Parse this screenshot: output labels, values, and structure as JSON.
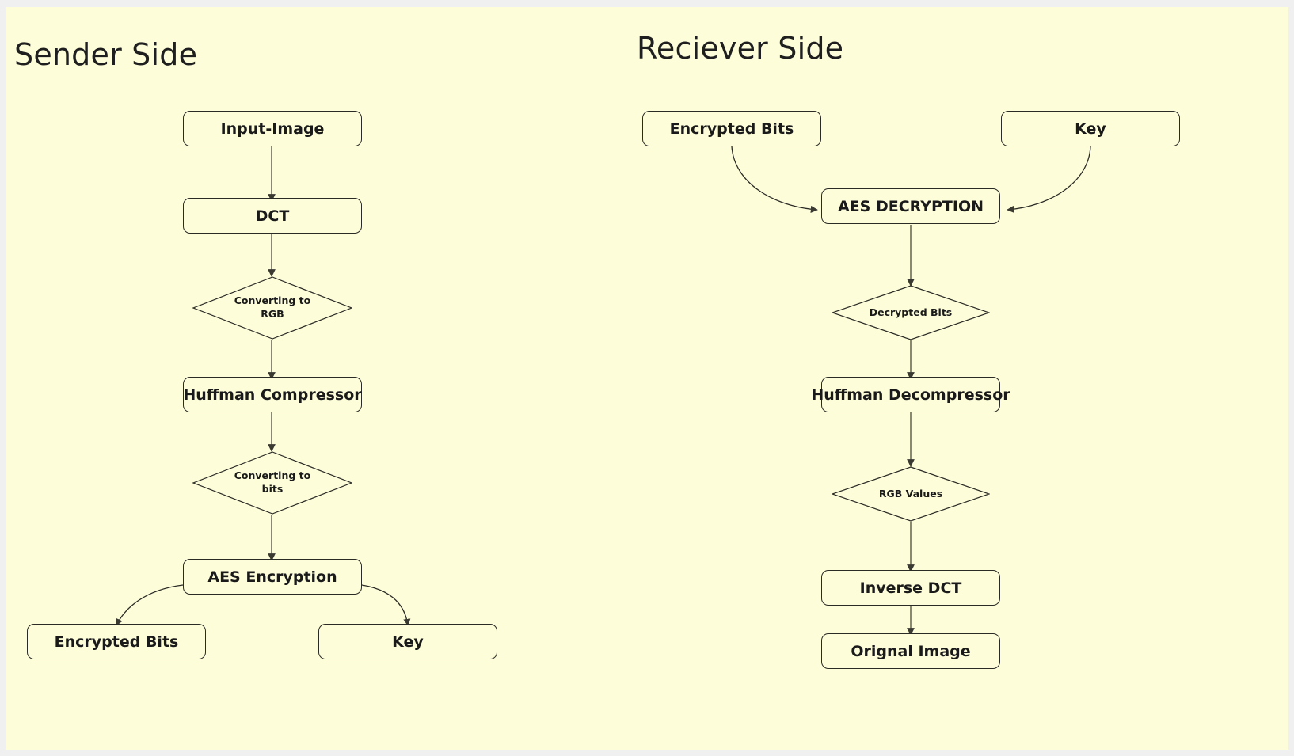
{
  "canvas": {
    "background": "#fdfdda",
    "page_background": "#f0f0f0",
    "stroke": "#2b2b26"
  },
  "titles": {
    "sender": "Sender Side",
    "receiver": "Reciever Side"
  },
  "sender": {
    "nodes": [
      {
        "id": "input-image",
        "label": "Input-Image",
        "shape": "rounded-rect"
      },
      {
        "id": "dct",
        "label": "DCT",
        "shape": "rounded-rect"
      },
      {
        "id": "converting-to-rgb",
        "label": "Converting to\nRGB",
        "line1": "Converting to",
        "line2": "RGB",
        "shape": "diamond"
      },
      {
        "id": "huffman-compressor",
        "label": "Huffman Compressor",
        "shape": "rounded-rect"
      },
      {
        "id": "converting-to-bits",
        "label": "Converting to\nbits",
        "line1": "Converting to",
        "line2": "bits",
        "shape": "diamond"
      },
      {
        "id": "aes-encryption",
        "label": "AES Encryption",
        "shape": "rounded-rect"
      },
      {
        "id": "encrypted-bits",
        "label": "Encrypted Bits",
        "shape": "rounded-rect"
      },
      {
        "id": "key",
        "label": "Key",
        "shape": "rounded-rect"
      }
    ],
    "edges": [
      {
        "from": "input-image",
        "to": "dct",
        "style": "straight"
      },
      {
        "from": "dct",
        "to": "converting-to-rgb",
        "style": "straight"
      },
      {
        "from": "converting-to-rgb",
        "to": "huffman-compressor",
        "style": "straight"
      },
      {
        "from": "huffman-compressor",
        "to": "converting-to-bits",
        "style": "straight"
      },
      {
        "from": "converting-to-bits",
        "to": "aes-encryption",
        "style": "straight"
      },
      {
        "from": "aes-encryption",
        "to": "encrypted-bits",
        "style": "curved"
      },
      {
        "from": "aes-encryption",
        "to": "key",
        "style": "curved"
      }
    ]
  },
  "receiver": {
    "nodes": [
      {
        "id": "r-encrypted-bits",
        "label": "Encrypted Bits",
        "shape": "rounded-rect"
      },
      {
        "id": "r-key",
        "label": "Key",
        "shape": "rounded-rect"
      },
      {
        "id": "aes-decryption",
        "label": "AES DECRYPTION",
        "shape": "rounded-rect"
      },
      {
        "id": "decrypted-bits",
        "label": "Decrypted Bits",
        "line1": "Decrypted Bits",
        "line2": "",
        "shape": "diamond"
      },
      {
        "id": "huffman-decompressor",
        "label": "Huffman Decompressor",
        "shape": "rounded-rect"
      },
      {
        "id": "rgb-values",
        "label": "RGB Values",
        "line1": "RGB Values",
        "line2": "",
        "shape": "diamond"
      },
      {
        "id": "inverse-dct",
        "label": "Inverse DCT",
        "shape": "rounded-rect"
      },
      {
        "id": "orignal-image",
        "label": "Orignal Image",
        "shape": "rounded-rect"
      }
    ],
    "edges": [
      {
        "from": "r-encrypted-bits",
        "to": "aes-decryption",
        "style": "curved"
      },
      {
        "from": "r-key",
        "to": "aes-decryption",
        "style": "curved"
      },
      {
        "from": "aes-decryption",
        "to": "decrypted-bits",
        "style": "straight"
      },
      {
        "from": "decrypted-bits",
        "to": "huffman-decompressor",
        "style": "straight"
      },
      {
        "from": "huffman-decompressor",
        "to": "rgb-values",
        "style": "straight"
      },
      {
        "from": "rgb-values",
        "to": "inverse-dct",
        "style": "straight"
      },
      {
        "from": "inverse-dct",
        "to": "orignal-image",
        "style": "straight"
      }
    ]
  }
}
